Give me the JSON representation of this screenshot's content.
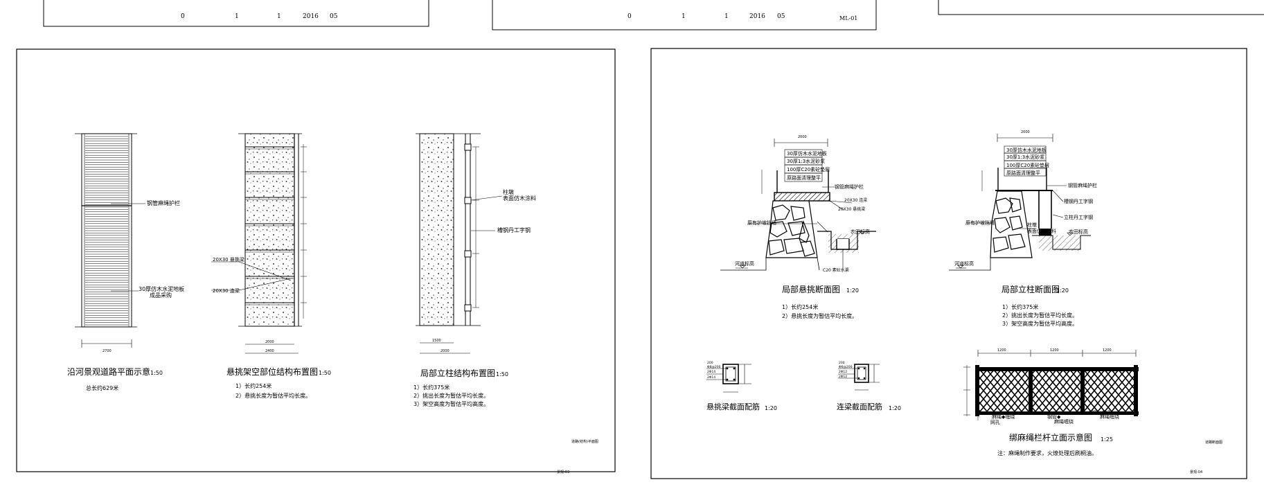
{
  "top_strips": {
    "left": {
      "cells": [
        "0",
        "1",
        "1",
        "2016",
        "05"
      ]
    },
    "middle": {
      "cells": [
        "0",
        "1",
        "1",
        "2016",
        "05"
      ],
      "sheet_code": "ML-01"
    }
  },
  "sheet_left": {
    "plan": {
      "title": "沿河景观道路平面示意",
      "scale": "1:50",
      "label_rail": "钢管麻绳护栏",
      "label_deck_1": "30厚仿木水泥地板",
      "label_deck_2": "成品采购",
      "dim_width": "2700",
      "note": "总长约629米"
    },
    "cantilever_plan": {
      "title": "悬挑架空部位结构布置图",
      "scale": "1:50",
      "label_beam": "20X30 悬挑梁",
      "label_tie": "20X30 连梁",
      "dim_1": "2000",
      "dim_2": "2400",
      "notes": [
        "1）长约254米",
        "2）悬挑长度为暂估平均长度。"
      ]
    },
    "column_plan": {
      "title": "局部立柱结构布置图",
      "scale": "1:50",
      "label_post_1": "柱墩",
      "label_post_2": "表面仿木涂料",
      "label_steel": "槽钢丹工字钢",
      "dim_1": "1500",
      "dim_2": "2000",
      "notes": [
        "1）长约375米",
        "2）挑出长度为暂估平均长度。",
        "3）架空高度为暂估平均高度。"
      ]
    },
    "stamp": "道路(结构)平面图",
    "sheet_no": "景观-03"
  },
  "sheet_right": {
    "section_a": {
      "title": "局部悬挑断面图",
      "scale": "1:20",
      "dim_top": "2000",
      "layers": [
        "30厚仿木水泥地板",
        "30厚1:3水泥砂浆",
        "100厚C20素砼垫层",
        "原路面清理整平"
      ],
      "label_rail": "钢管麻绳护栏",
      "label_tie": "20X30 连梁",
      "label_beam": "20X30 悬挑梁",
      "label_wall": "原有护坡挡墙",
      "label_field": "农田标高",
      "label_river": "河道标高",
      "label_slot": "C20 素砼水渠",
      "notes": [
        "1）长约254米",
        "2）悬挑长度为暂估平均长度。"
      ]
    },
    "section_b": {
      "title": "局部立柱断面图",
      "scale": "1:20",
      "dim_top": "2000",
      "layers": [
        "30厚仿木水泥地板",
        "30厚1:3水泥砂浆",
        "100厚C20素砼垫层",
        "原路面清理整平"
      ],
      "label_rail": "钢管麻绳护栏",
      "label_steel_1": "槽钢丹工字钢",
      "label_steel_2": "立柱丹工字钢",
      "label_wall": "原有护坡挡墙",
      "label_post_1": "柱墩",
      "label_post_2": "表面仿木涂料",
      "label_field": "农田标高",
      "label_river": "河道标高",
      "notes": [
        "1）长约375米",
        "2）挑出长度为暂估平均长度。",
        "3）架空高度为暂估平均高度。"
      ]
    },
    "beam_detail": {
      "title": "悬挑梁截面配筋",
      "scale": "1:20",
      "dims": [
        "200",
        "2Φ14",
        "2Φ14",
        "Φ8@200"
      ]
    },
    "tie_detail": {
      "title": "连梁截面配筋",
      "scale": "1:20",
      "dims": [
        "200",
        "2Φ12",
        "2Φ12",
        "Φ6@200"
      ]
    },
    "fence": {
      "title": "绑麻绳栏杆立面示意图",
      "scale": "1:25",
      "dims": [
        "1200",
        "1200",
        "1200"
      ],
      "labels": [
        "麻绳◆缠绕",
        "网孔",
        "钢管◆",
        "麻绳缠绕",
        "钢管◆扶手",
        "麻绳缠绕"
      ],
      "note": "注：麻绳制作要求，火燎处理后刷桐油。"
    },
    "stamp": "道路断面图",
    "sheet_no": "景观-04"
  }
}
